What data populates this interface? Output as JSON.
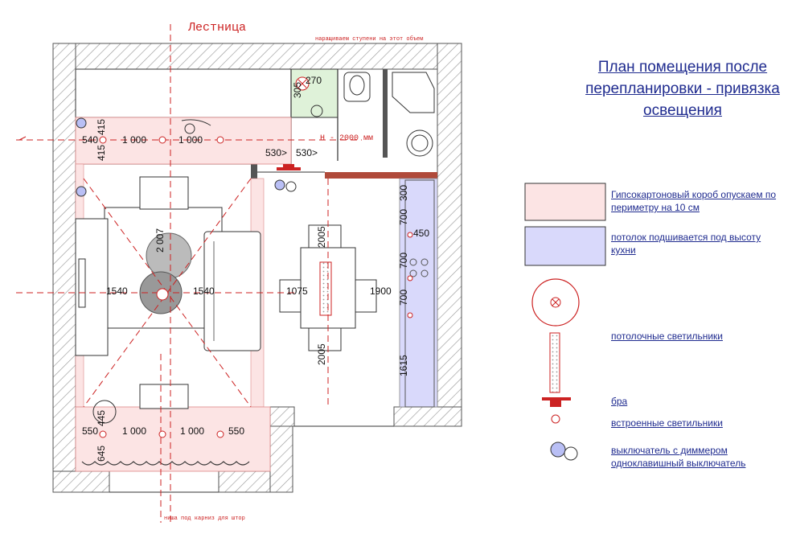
{
  "title": "План помещения после перепланировки - привязка освещения",
  "labels": {
    "stairs": "Лестница",
    "note_top": "наращиваем ступени на этот объем",
    "note_bottom": "ниша под карниз для штор",
    "height_note": "Н - 2000 мм"
  },
  "dims": {
    "d270": "270",
    "d305": "305",
    "d540": "540",
    "d1000a": "1 000",
    "d1000b": "1 000",
    "d415a": "415",
    "d415b": "415",
    "d530a": "530>",
    "d530b": "530>",
    "d2007": "2 007",
    "d1540a": "1540",
    "d1540b": "1540",
    "d2005a": "2005",
    "d2005b": "2005",
    "d1075": "1075",
    "d1900": "1900",
    "d300": "300",
    "d700a": "700",
    "d450": "450",
    "d700b": "700",
    "d700c": "700",
    "d1615": "1615",
    "d550a": "550",
    "d1000c": "1 000",
    "d1000d": "1 000",
    "d550b": "550",
    "d445": "445",
    "d645": "645"
  },
  "legend": {
    "gypsum": "Гипсокартоновый короб опускаем по периметру на 10 см",
    "ceiling": "потолок подшивается под высоту кухни",
    "ceiling_lights": "потолочные светильники",
    "sconce": "бра",
    "built_in": "встроенные светильники",
    "switches": "выключатель с диммером одноклавишный выключатель"
  },
  "colors": {
    "pink": "#fce4e4",
    "lavender": "#d9d9fb",
    "wall_hatch": "#9a9a9a",
    "red": "#cc2222",
    "green": "#dff2d9",
    "navy": "#1f2b8f"
  }
}
